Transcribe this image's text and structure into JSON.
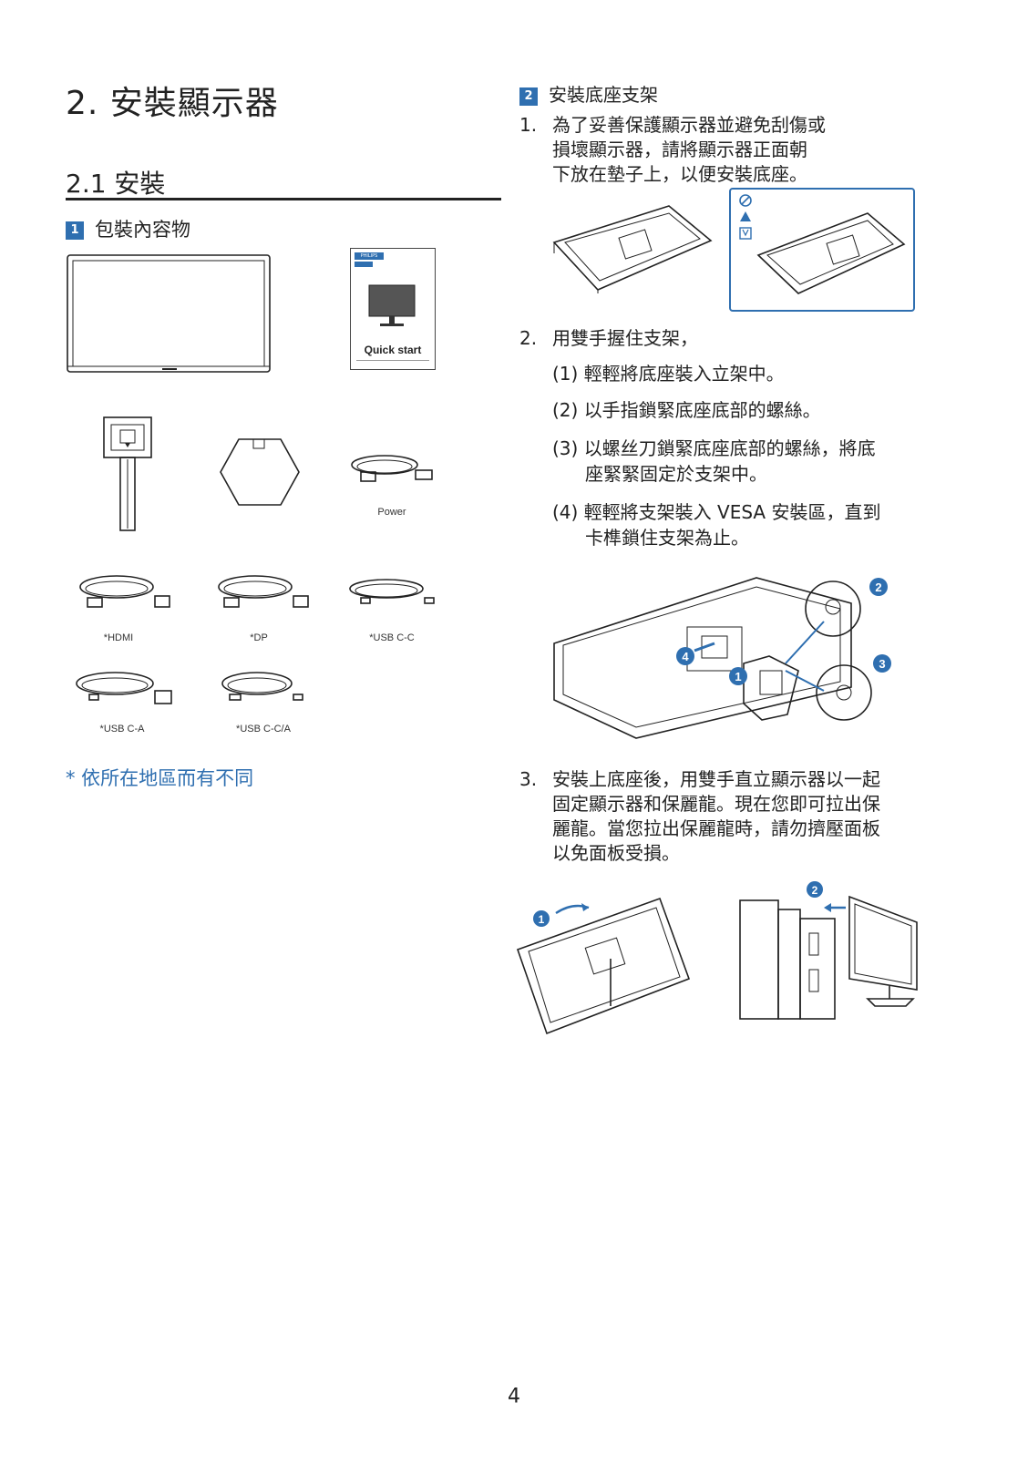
{
  "section_title": "2. 安裝顯示器",
  "subsection_title": "2.1 安裝",
  "package": {
    "badge": "1",
    "heading": "包裝內容物",
    "quick_start": {
      "brand": "PHILIPS",
      "label": "Quick start"
    },
    "labels": {
      "power": "Power",
      "hdmi": "*HDMI",
      "dp": "*DP",
      "usbcc": "*USB C-C",
      "usbca": "*USB C-A",
      "usbcca": "*USB C-C/A"
    },
    "region_note": "* 依所在地區而有不同"
  },
  "install_base": {
    "badge": "2",
    "heading": "安裝底座支架",
    "step1": {
      "num": "1.",
      "lines": [
        "為了妥善保護顯示器並避免刮傷或",
        "損壞顯示器，請將顯示器正面朝",
        "下放在墊子上，以便安裝底座。"
      ]
    },
    "step2": {
      "num": "2.",
      "title": "用雙手握住支架，",
      "sub1": "(1) 輕輕將底座裝入立架中。",
      "sub2": "(2) 以手指鎖緊底座底部的螺絲。",
      "sub3_line1": "(3) 以螺丝刀鎖緊底座底部的螺絲，將底",
      "sub3_line2": "座緊緊固定於支架中。",
      "sub4_line1": "(4) 輕輕將支架裝入 VESA 安裝區，直到",
      "sub4_line2": "卡榫鎖住支架為止。"
    },
    "step3": {
      "num": "3.",
      "lines": [
        "安裝上底座後，用雙手直立顯示器以一起",
        "固定顯示器和保麗龍。現在您即可拉出保",
        "麗龍。當您拉出保麗龍時，請勿擠壓面板",
        "以免面板受損。"
      ]
    },
    "callouts": [
      "1",
      "2",
      "3",
      "4"
    ]
  },
  "page_number": "4",
  "colors": {
    "accent": "#2f6fb0",
    "text": "#222222"
  }
}
